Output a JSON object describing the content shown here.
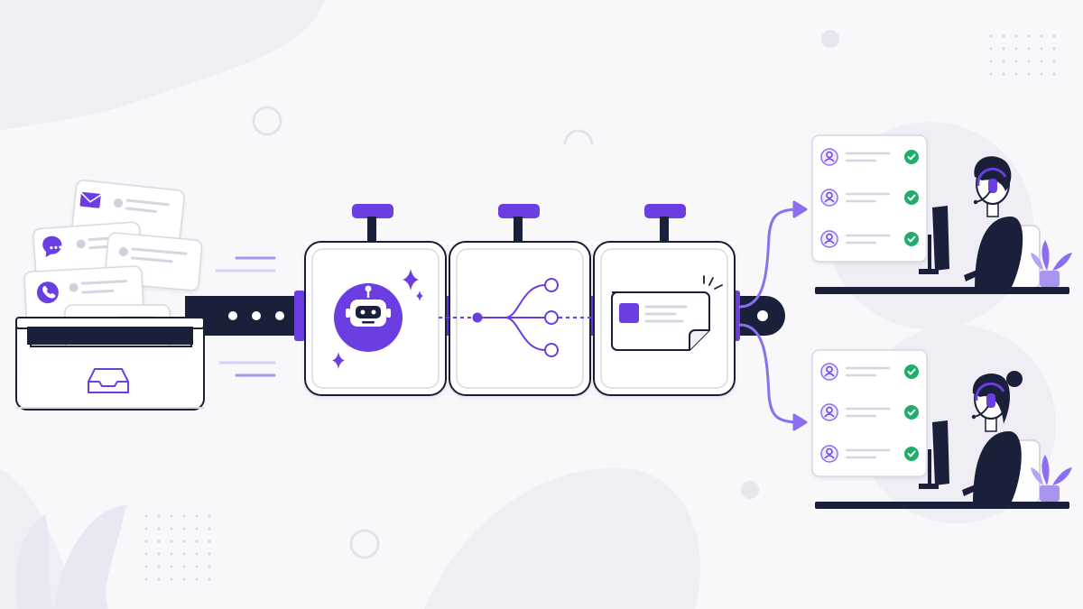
{
  "colors": {
    "background": "#f8f8fa",
    "blob": "#efeef5",
    "accent": "#6a3ee0",
    "accent_light": "#a995ef",
    "ink": "#1a1f3a",
    "card_border": "#d6d8e2",
    "line_gray": "#d4d6e1",
    "success": "#1fae6a"
  },
  "stages": [
    {
      "id": "ai-bot",
      "icon": "robot-icon"
    },
    {
      "id": "routing",
      "icon": "branch-routing-icon"
    },
    {
      "id": "ticket",
      "icon": "ticket-card-icon"
    }
  ],
  "inbox_message_icons": [
    "mail-icon",
    "chat-bubble-icon",
    "phone-icon",
    "send-icon"
  ],
  "agents": [
    {
      "id": "agent-male",
      "icon": "support-agent-icon",
      "assigned_tickets": 3
    },
    {
      "id": "agent-female",
      "icon": "support-agent-icon",
      "assigned_tickets": 3
    }
  ]
}
